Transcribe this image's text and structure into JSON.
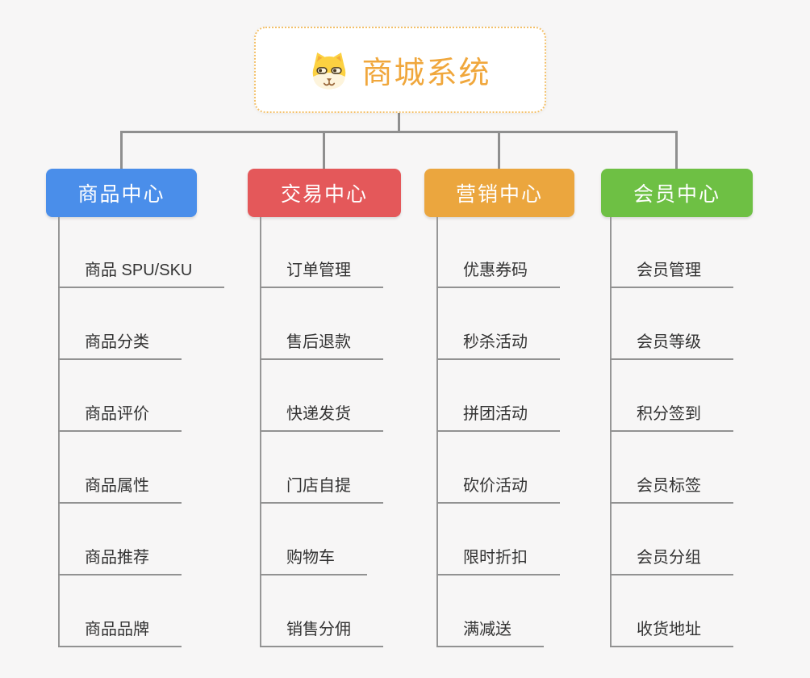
{
  "theme": {
    "background": "#f7f6f6",
    "connector_color": "#8f8f8f",
    "leaf_line_color": "#929292",
    "leaf_text_color": "#333333"
  },
  "root": {
    "label": "商城系统",
    "icon": "dog-face-icon",
    "text_color": "#f0a73c",
    "border_color": "#f3c06a",
    "background": "#ffffff"
  },
  "branches": [
    {
      "label": "商品中心",
      "color": "#4a8eea",
      "children": [
        "商品 SPU/SKU",
        "商品分类",
        "商品评价",
        "商品属性",
        "商品推荐",
        "商品品牌"
      ]
    },
    {
      "label": "交易中心",
      "color": "#e4585a",
      "children": [
        "订单管理",
        "售后退款",
        "快递发货",
        "门店自提",
        "购物车",
        "销售分佣"
      ]
    },
    {
      "label": "营销中心",
      "color": "#eba63e",
      "children": [
        "优惠券码",
        "秒杀活动",
        "拼团活动",
        "砍价活动",
        "限时折扣",
        "满减送"
      ]
    },
    {
      "label": "会员中心",
      "color": "#6ec044",
      "children": [
        "会员管理",
        "会员等级",
        "积分签到",
        "会员标签",
        "会员分组",
        "收货地址"
      ]
    }
  ]
}
